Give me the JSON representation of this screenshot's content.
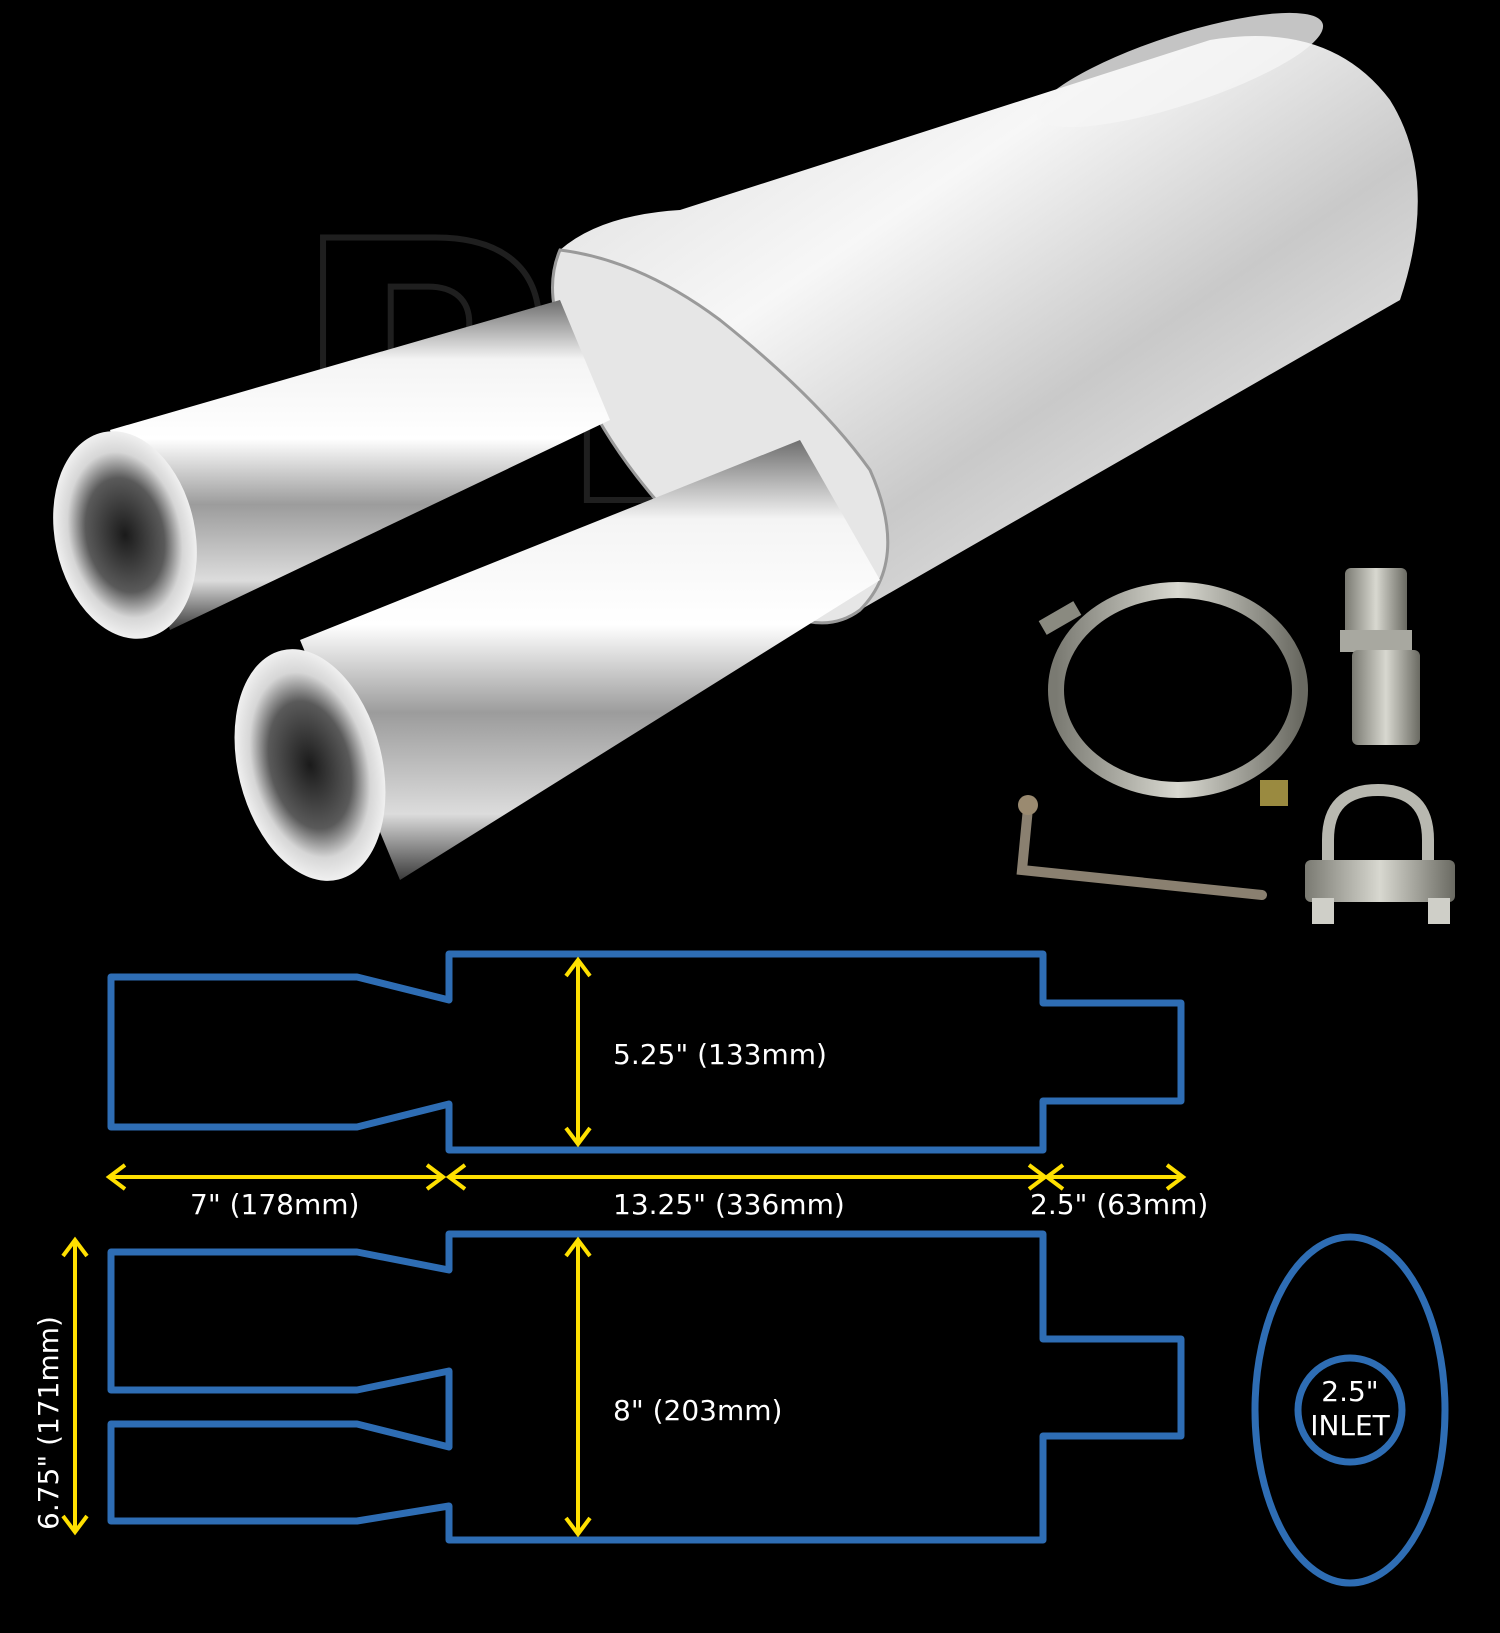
{
  "colors": {
    "background": "#000000",
    "outline": "#2e6db4",
    "dimension": "#ffe000",
    "text": "#ffffff",
    "chrome_light": "#f2f2f2",
    "chrome_mid": "#b9b9b9",
    "chrome_dark": "#4a4a4a"
  },
  "watermark": {
    "text": "PLS"
  },
  "photo": {
    "subject": "stainless-steel twin-tailpipe exhaust back box",
    "accessories": [
      "strap-hanger-clamp",
      "reducer-sleeve",
      "u-bolt-clamp",
      "l-shaped-bolt"
    ]
  },
  "side_view": {
    "body_height_label": "5.25\" (133mm)",
    "tip_length_label": "7\" (178mm)",
    "body_length_label": "13.25\" (336mm)",
    "inlet_length_label": "2.5\" (63mm)"
  },
  "top_view": {
    "body_width_label": "8\" (203mm)",
    "tips_span_label": "6.75\" (171mm)"
  },
  "end_view": {
    "inlet_size": "2.5\"",
    "inlet_word": "INLET"
  }
}
